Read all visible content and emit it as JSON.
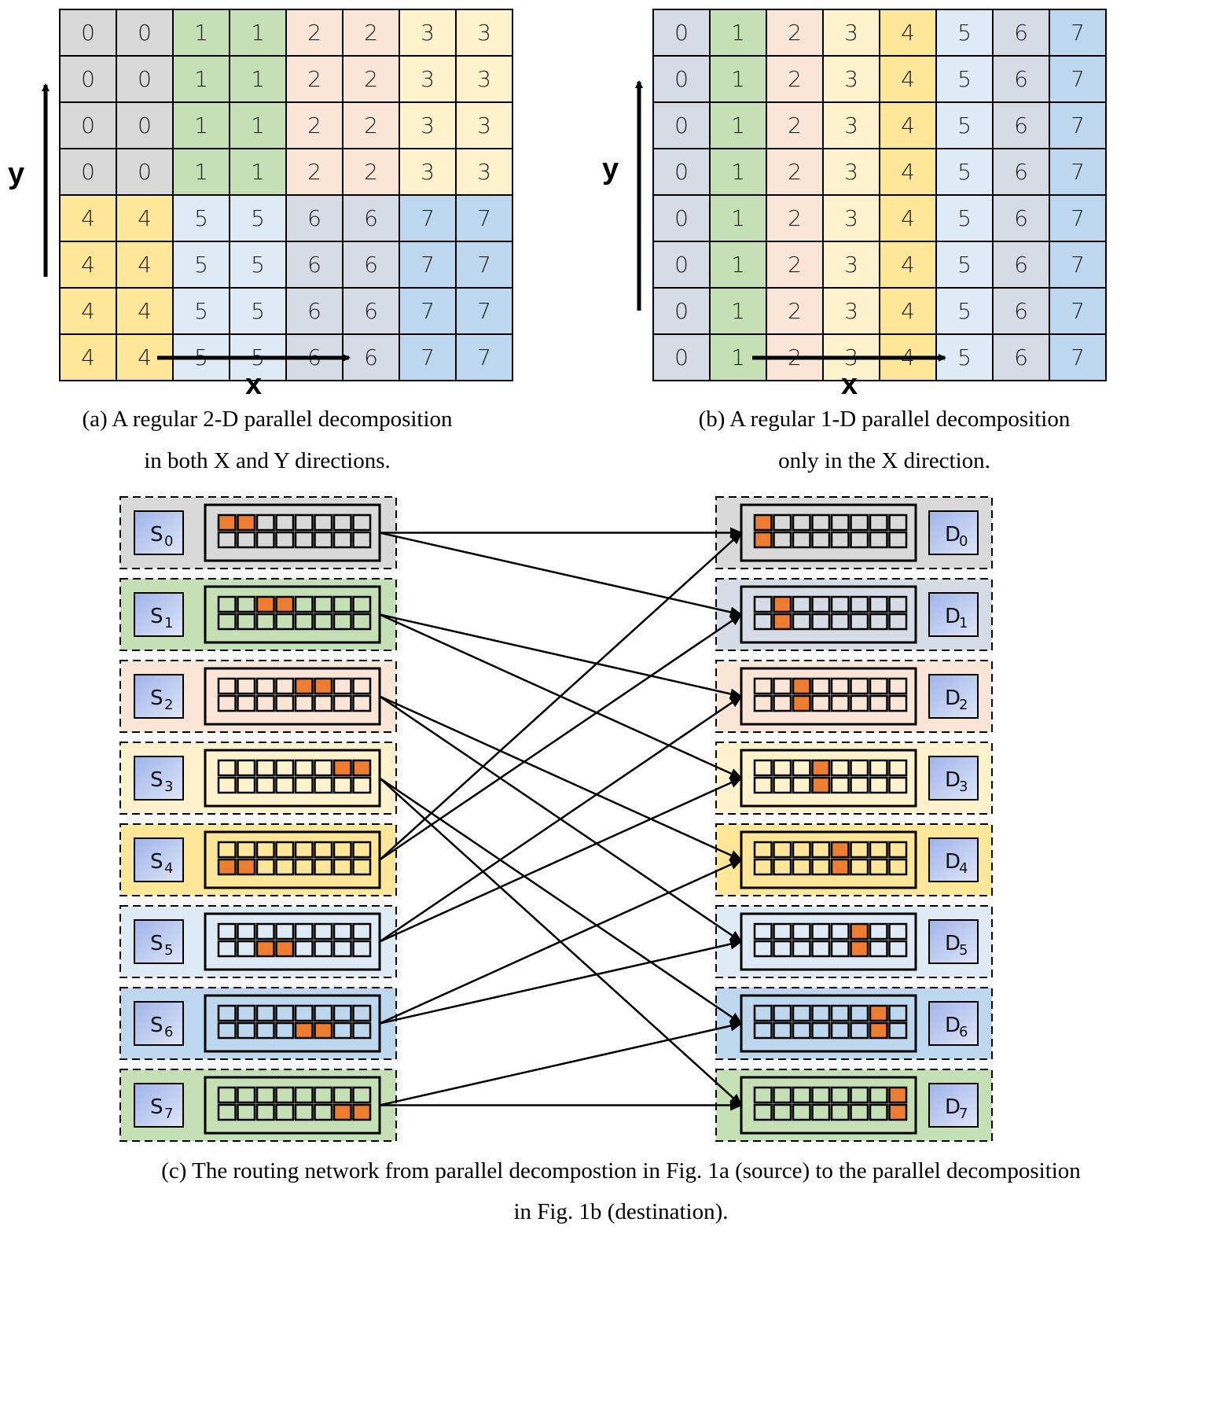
{
  "colors": {
    "p0": "#d9d9d9",
    "p1": "#c5e0b4",
    "p2": "#fbe5d6",
    "p3": "#fff2cc",
    "p4": "#ffe699",
    "p5": "#deebf7",
    "p6": "#d6dce5",
    "p7": "#bdd7ee",
    "highlight": "#ed7d31"
  },
  "panel_a": {
    "grid": [
      [
        0,
        0,
        1,
        1,
        2,
        2,
        3,
        3
      ],
      [
        0,
        0,
        1,
        1,
        2,
        2,
        3,
        3
      ],
      [
        0,
        0,
        1,
        1,
        2,
        2,
        3,
        3
      ],
      [
        0,
        0,
        1,
        1,
        2,
        2,
        3,
        3
      ],
      [
        4,
        4,
        5,
        5,
        6,
        6,
        7,
        7
      ],
      [
        4,
        4,
        5,
        5,
        6,
        6,
        7,
        7
      ],
      [
        4,
        4,
        5,
        5,
        6,
        6,
        7,
        7
      ],
      [
        4,
        4,
        5,
        5,
        6,
        6,
        7,
        7
      ]
    ],
    "cell_colors": {
      "0": "#d9d9d9",
      "1": "#c5e0b4",
      "2": "#fbe5d6",
      "3": "#fff2cc",
      "4": "#ffe699",
      "5": "#deebf7",
      "6": "#d6dce5",
      "7": "#bdd7ee"
    },
    "x_label": "x",
    "y_label": "y",
    "caption_line1": "(a)  A regular 2-D parallel decomposition",
    "caption_line2": "in both X and Y directions."
  },
  "panel_b": {
    "grid": [
      [
        0,
        1,
        2,
        3,
        4,
        5,
        6,
        7
      ],
      [
        0,
        1,
        2,
        3,
        4,
        5,
        6,
        7
      ],
      [
        0,
        1,
        2,
        3,
        4,
        5,
        6,
        7
      ],
      [
        0,
        1,
        2,
        3,
        4,
        5,
        6,
        7
      ],
      [
        0,
        1,
        2,
        3,
        4,
        5,
        6,
        7
      ],
      [
        0,
        1,
        2,
        3,
        4,
        5,
        6,
        7
      ],
      [
        0,
        1,
        2,
        3,
        4,
        5,
        6,
        7
      ],
      [
        0,
        1,
        2,
        3,
        4,
        5,
        6,
        7
      ]
    ],
    "cell_colors": {
      "0": "#d6dce5",
      "1": "#c5e0b4",
      "2": "#fbe5d6",
      "3": "#fff2cc",
      "4": "#ffe699",
      "5": "#deebf7",
      "6": "#d6dce5",
      "7": "#bdd7ee"
    },
    "x_label": "x",
    "y_label": "y",
    "caption_line1": "(b) A regular 1-D parallel decomposition",
    "caption_line2": "only in the X direction."
  },
  "panel_c": {
    "sources": [
      {
        "label": "S",
        "sub": "0",
        "bg": "#d9d9d9",
        "highlight": [
          [
            0,
            0
          ],
          [
            0,
            1
          ]
        ]
      },
      {
        "label": "S",
        "sub": "1",
        "bg": "#c5e0b4",
        "highlight": [
          [
            0,
            2
          ],
          [
            0,
            3
          ]
        ]
      },
      {
        "label": "S",
        "sub": "2",
        "bg": "#fbe5d6",
        "highlight": [
          [
            0,
            4
          ],
          [
            0,
            5
          ]
        ]
      },
      {
        "label": "S",
        "sub": "3",
        "bg": "#fff2cc",
        "highlight": [
          [
            0,
            6
          ],
          [
            0,
            7
          ]
        ]
      },
      {
        "label": "S",
        "sub": "4",
        "bg": "#ffe699",
        "highlight": [
          [
            1,
            0
          ],
          [
            1,
            1
          ]
        ]
      },
      {
        "label": "S",
        "sub": "5",
        "bg": "#deebf7",
        "highlight": [
          [
            1,
            2
          ],
          [
            1,
            3
          ]
        ]
      },
      {
        "label": "S",
        "sub": "6",
        "bg": "#bdd7ee",
        "highlight": [
          [
            1,
            4
          ],
          [
            1,
            5
          ]
        ]
      },
      {
        "label": "S",
        "sub": "7",
        "bg": "#c5e0b4",
        "highlight": [
          [
            1,
            6
          ],
          [
            1,
            7
          ]
        ]
      }
    ],
    "destinations": [
      {
        "label": "D",
        "sub": "0",
        "bg": "#d9d9d9",
        "highlight": [
          [
            0,
            0
          ],
          [
            1,
            0
          ]
        ]
      },
      {
        "label": "D",
        "sub": "1",
        "bg": "#d6dce5",
        "highlight": [
          [
            0,
            1
          ],
          [
            1,
            1
          ]
        ]
      },
      {
        "label": "D",
        "sub": "2",
        "bg": "#fbe5d6",
        "highlight": [
          [
            0,
            2
          ],
          [
            1,
            2
          ]
        ]
      },
      {
        "label": "D",
        "sub": "3",
        "bg": "#fff2cc",
        "highlight": [
          [
            0,
            3
          ],
          [
            1,
            3
          ]
        ]
      },
      {
        "label": "D",
        "sub": "4",
        "bg": "#ffe699",
        "highlight": [
          [
            0,
            4
          ],
          [
            1,
            4
          ]
        ]
      },
      {
        "label": "D",
        "sub": "5",
        "bg": "#deebf7",
        "highlight": [
          [
            0,
            5
          ],
          [
            1,
            5
          ]
        ]
      },
      {
        "label": "D",
        "sub": "6",
        "bg": "#bdd7ee",
        "highlight": [
          [
            0,
            6
          ],
          [
            1,
            6
          ]
        ]
      },
      {
        "label": "D",
        "sub": "7",
        "bg": "#c5e0b4",
        "highlight": [
          [
            0,
            7
          ],
          [
            1,
            7
          ]
        ]
      }
    ],
    "edges": [
      [
        0,
        0
      ],
      [
        0,
        1
      ],
      [
        1,
        2
      ],
      [
        1,
        3
      ],
      [
        2,
        4
      ],
      [
        2,
        5
      ],
      [
        3,
        6
      ],
      [
        3,
        7
      ],
      [
        4,
        0
      ],
      [
        4,
        1
      ],
      [
        5,
        2
      ],
      [
        5,
        3
      ],
      [
        6,
        4
      ],
      [
        6,
        5
      ],
      [
        7,
        6
      ],
      [
        7,
        7
      ]
    ],
    "caption_line1": "(c) The routing network from parallel decompostion in Fig. 1a (source) to the parallel decomposition",
    "caption_line2": "in Fig. 1b (destination)."
  }
}
